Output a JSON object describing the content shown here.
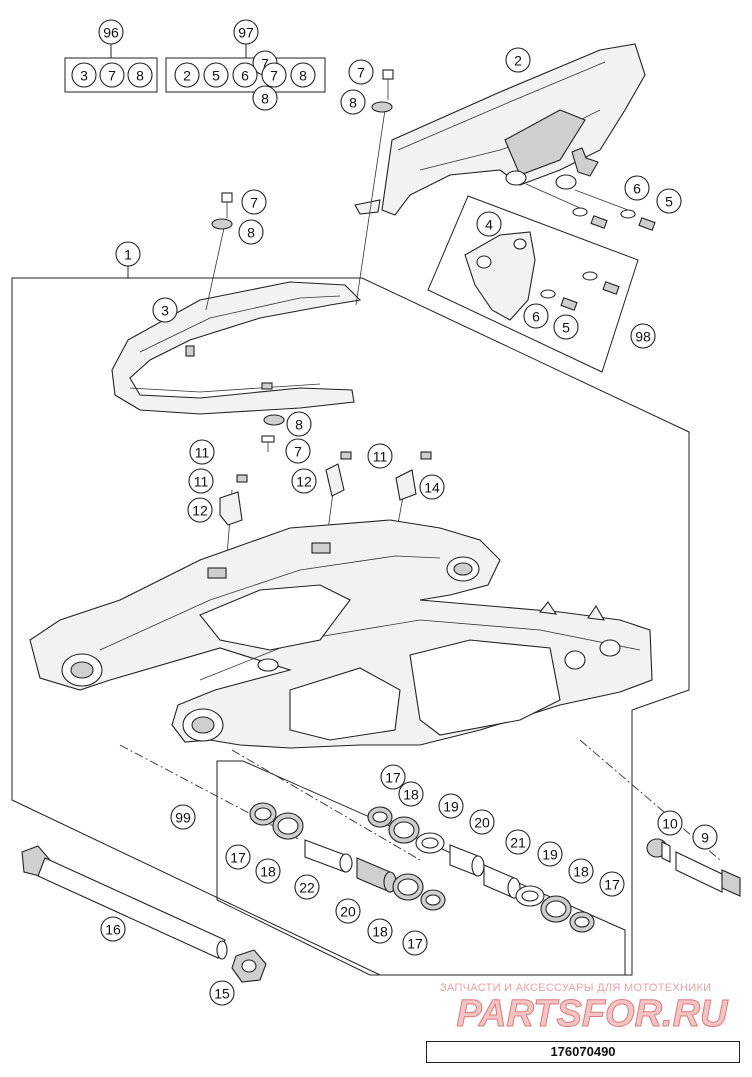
{
  "kits": [
    {
      "id": "96",
      "contents": [
        "3",
        "7",
        "8"
      ]
    },
    {
      "id": "97",
      "contents": [
        "2",
        "5",
        "6",
        "7",
        "8"
      ]
    }
  ],
  "callouts": [
    "1",
    "2",
    "3",
    "4",
    "5",
    "5",
    "6",
    "6",
    "7",
    "7",
    "7",
    "7",
    "8",
    "8",
    "8",
    "8",
    "9",
    "10",
    "11",
    "11",
    "11",
    "12",
    "12",
    "14",
    "15",
    "16",
    "17",
    "17",
    "17",
    "17",
    "18",
    "18",
    "18",
    "18",
    "19",
    "19",
    "20",
    "20",
    "21",
    "22",
    "98",
    "99"
  ],
  "watermark": {
    "tagline": "ЗАПЧАСТИ И АКСЕССУАРЫ ДЛЯ МОТОТЕХНИКИ",
    "brand": "PARTSFOR.RU"
  },
  "drawing_number": "176070490",
  "colors": {
    "line": "#222222",
    "watermark": "#e9a3a3",
    "background": "#ffffff"
  }
}
